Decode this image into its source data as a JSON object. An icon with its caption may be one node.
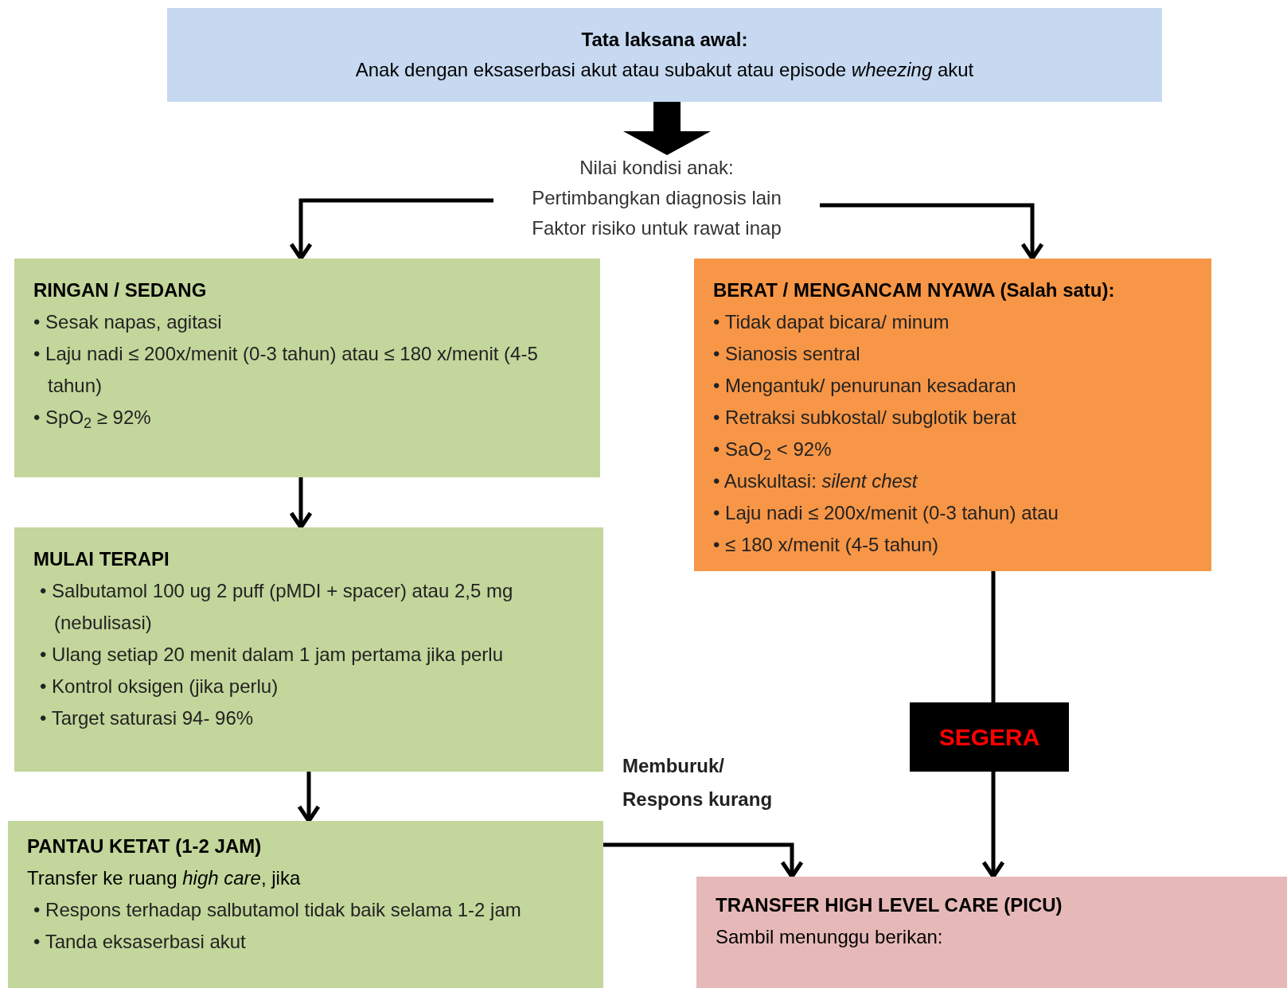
{
  "diagram": {
    "nodes": [
      {
        "text": [
          "Tata laksana awal:",
          "Anak dengan eksaserbasi akut atau subakut atau episode *wheezing* akut"
        ]
      },
      {
        "text": [
          "Nilai kondisi anak:",
          "Pertimbangkan diagnosis lain",
          "Faktor risiko untuk rawat inap"
        ]
      },
      {
        "text": [
          "RINGAN /  SEDANG",
          "• Sesak napas, agitasi",
          "• Laju nadi ≤ 200x/menit (0-3 tahun) atau ≤ 180 x/menit (4-5 tahun)",
          "• SpO$_{2}$ ≥ 92%"
        ]
      },
      {
        "text": [
          "BERAT / MENGANCAM NYAWA (Salah satu):",
          "• Tidak dapat bicara/ minum",
          "• Sianosis sentral",
          "• Mengantuk/ penurunan kesadaran",
          "• Retraksi subkostal/ subglotik berat",
          "• SaO$_{2}$ < 92%",
          "• Auskultasi: *silent chest*",
          "• Laju nadi ≤ 200x/menit (0-3 tahun) atau",
          "• ≤ 180 x/menit (4-5 tahun)"
        ]
      },
      {
        "text": [
          "MULAI TERAPI",
          "• Salbutamol 100 ug 2 puff (pMDI + spacer) atau 2,5 mg (nebulisasi)",
          "• Ulang setiap 20 menit dalam 1 jam pertama jika perlu",
          "• Kontrol oksigen (jika perlu)",
          "• Target saturasi 94- 96%"
        ]
      },
      {
        "text": [
          "SEGERA"
        ]
      },
      {
        "text": [
          "PANTAU KETAT (1-2 JAM)",
          "Transfer ke ruang *high care*, jika",
          "• Respons terhadap salbutamol tidak baik selama 1-2 jam",
          "• Tanda eksaserbasi akut"
        ]
      },
      {
        "text": [
          "TRANSFER HIGH LEVEL CARE (PICU)",
          "Sambil menunggu berikan:"
        ]
      }
    ],
    "edges": [
      {
        "from": 0,
        "to": 1,
        "arrow": "to",
        "style": "thick"
      },
      {
        "from": 1,
        "to": 2,
        "arrow": "to"
      },
      {
        "from": 1,
        "to": 3,
        "arrow": "to"
      },
      {
        "from": 2,
        "to": 4,
        "arrow": "to"
      },
      {
        "from": 4,
        "to": 6,
        "arrow": "to"
      },
      {
        "from": 3,
        "to": 5,
        "arrow": "none"
      },
      {
        "from": 5,
        "to": 7,
        "arrow": "to"
      },
      {
        "from": 6,
        "to": 7,
        "arrow": "to",
        "label": "Memburuk/ Respons kurang"
      }
    ]
  }
}
